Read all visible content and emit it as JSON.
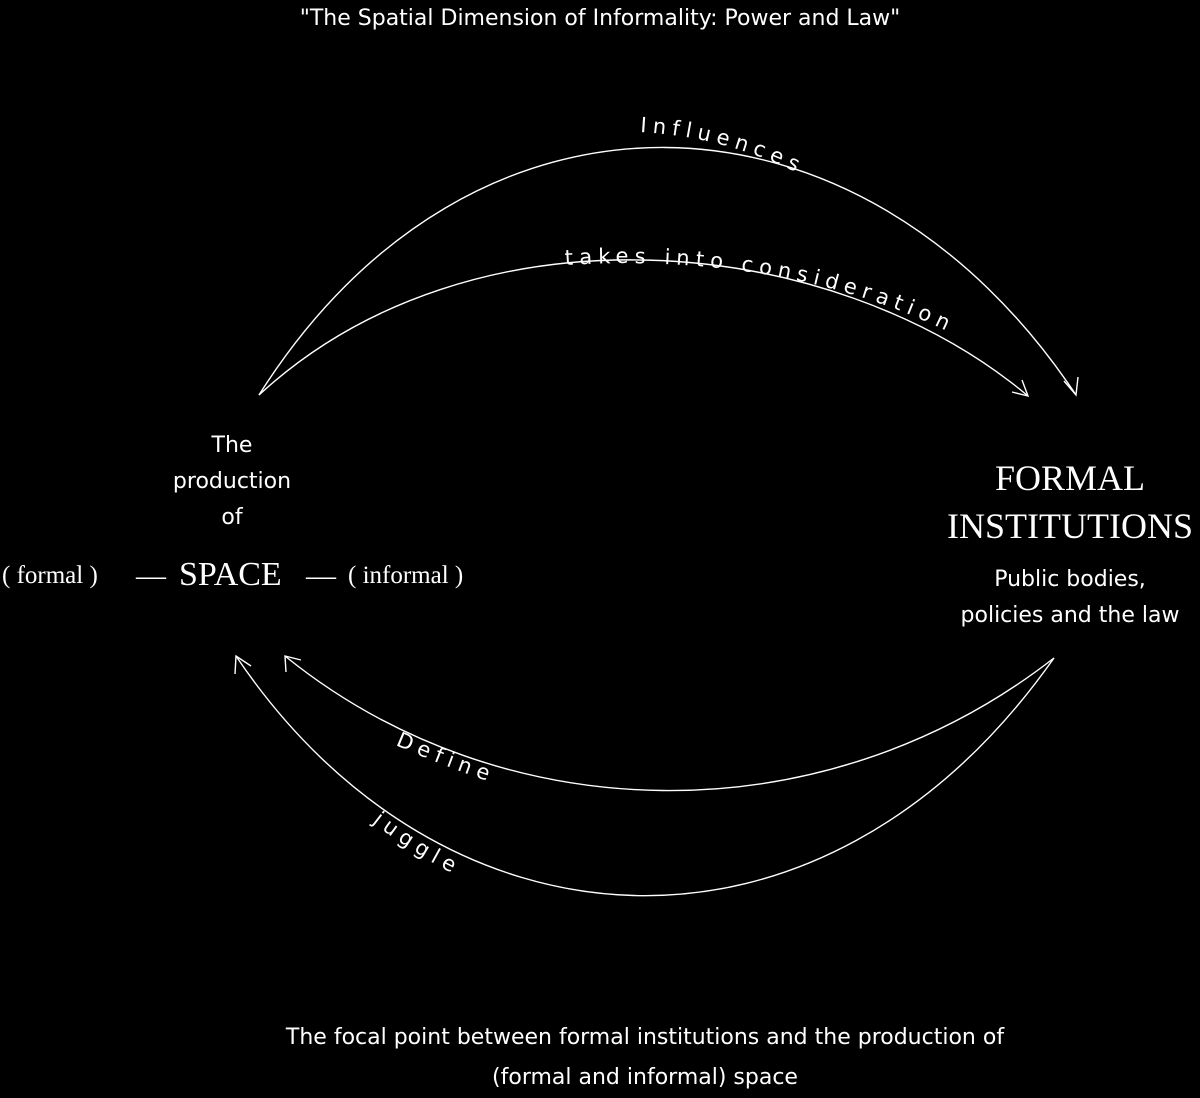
{
  "title": "\"The Spatial Dimension of Informality: Power and Law\"",
  "left_node": {
    "line1": "The",
    "line2": "production",
    "line3": "of",
    "paren_formal": "( formal )",
    "dash": "—",
    "space": "SPACE",
    "paren_informal": "( informal )"
  },
  "right_node": {
    "title_line1": "FORMAL",
    "title_line2": "INSTITUTIONS",
    "sub_line1": "Public bodies,",
    "sub_line2": "policies and the law"
  },
  "arcs": {
    "influences": "Influences",
    "takes_into_consideration": "takes into consideration",
    "define": "Define",
    "juggle": "juggle"
  },
  "caption": {
    "line1": "The focal point between formal institutions and the production of",
    "line2": "(formal and informal) space"
  },
  "colors": {
    "background": "#000000",
    "foreground": "#ffffff"
  }
}
